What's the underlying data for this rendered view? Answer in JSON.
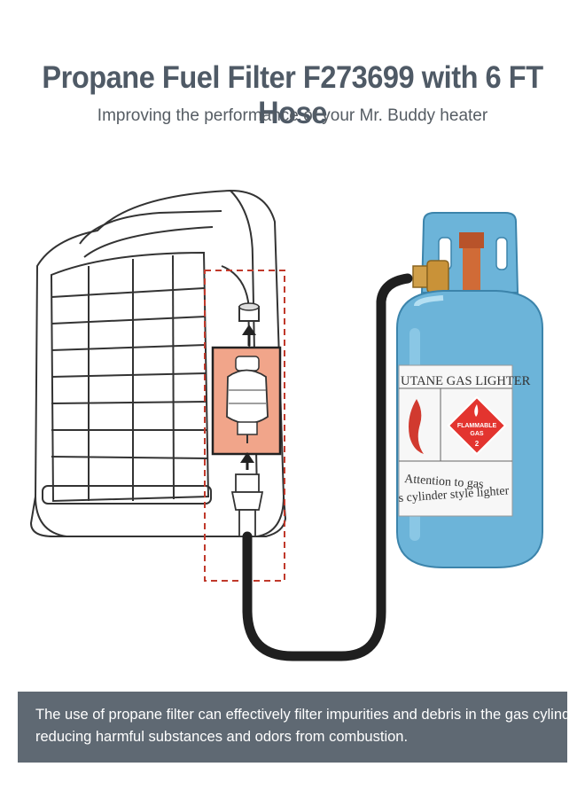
{
  "header": {
    "title": "Propane Fuel Filter F273699 with 6 FT Hose",
    "subtitle": "Improving the performance of your Mr. Buddy heater"
  },
  "tank_label": {
    "heading": "UTANE GAS LIGHTER",
    "diamond_line1": "FLAMMABLE",
    "diamond_line2": "GAS",
    "diamond_number": "2",
    "line1": "Attention to gas",
    "line2": "s cylinder style lighter"
  },
  "footer": {
    "line1": "The use of propane filter can effectively filter impurities and debris in the gas cylinder,",
    "line2": "reducing harmful substances and odors from combustion."
  },
  "colors": {
    "title": "#4f5a66",
    "tank": "#6cb4d9",
    "filter_box": "#f1a58a",
    "dashed_outline": "#c0392b",
    "footer_bg": "#5f6973",
    "diamond": "#e3342f"
  },
  "icons": [
    "heater-illustration",
    "fuel-filter-icon",
    "propane-tank-icon",
    "hose-icon",
    "arrow-up-icon",
    "flame-icon"
  ]
}
